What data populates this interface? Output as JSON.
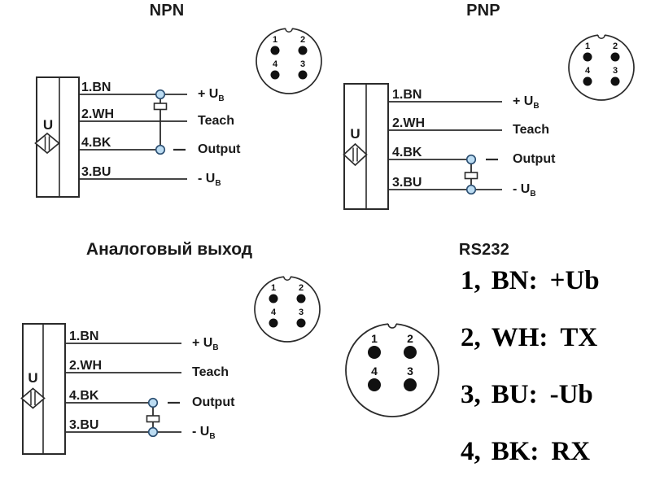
{
  "colors": {
    "line": "#2b2b2b",
    "node_fill": "#bcdcf2",
    "node_stroke": "#2b4e71",
    "pin_dot": "#111111",
    "text": "#1a1a1a"
  },
  "npn": {
    "title": "NPN",
    "device_label": "U",
    "pins": [
      "1.BN",
      "2.WH",
      "4.BK",
      "3.BU"
    ],
    "terminals": [
      {
        "text": "+ U",
        "sub": "B"
      },
      {
        "text": "Teach",
        "sub": ""
      },
      {
        "text": "Output",
        "sub": ""
      },
      {
        "text": "- U",
        "sub": "B"
      }
    ],
    "connector_pins": [
      "1",
      "2",
      "4",
      "3"
    ]
  },
  "pnp": {
    "title": "PNP",
    "device_label": "U",
    "pins": [
      "1.BN",
      "2.WH",
      "4.BK",
      "3.BU"
    ],
    "terminals": [
      {
        "text": "+ U",
        "sub": "B"
      },
      {
        "text": "Teach",
        "sub": ""
      },
      {
        "text": "Output",
        "sub": ""
      },
      {
        "text": "- U",
        "sub": "B"
      }
    ],
    "connector_pins": [
      "1",
      "2",
      "4",
      "3"
    ]
  },
  "analog": {
    "title": "Аналоговый выход",
    "device_label": "U",
    "pins": [
      "1.BN",
      "2.WH",
      "4.BK",
      "3.BU"
    ],
    "terminals": [
      {
        "text": "+ U",
        "sub": "B"
      },
      {
        "text": "Teach",
        "sub": ""
      },
      {
        "text": "Output",
        "sub": ""
      },
      {
        "text": "- U",
        "sub": "B"
      }
    ],
    "connector_pins": [
      "1",
      "2",
      "4",
      "3"
    ]
  },
  "rs232": {
    "title": "RS232",
    "connector_pins": [
      "1",
      "2",
      "4",
      "3"
    ],
    "items": [
      {
        "num": "1,",
        "wire": "BN:",
        "signal": "+Ub"
      },
      {
        "num": "2,",
        "wire": "WH:",
        "signal": "TX"
      },
      {
        "num": "3,",
        "wire": "BU:",
        "signal": "-Ub"
      },
      {
        "num": "4,",
        "wire": "BK:",
        "signal": "RX"
      }
    ]
  }
}
